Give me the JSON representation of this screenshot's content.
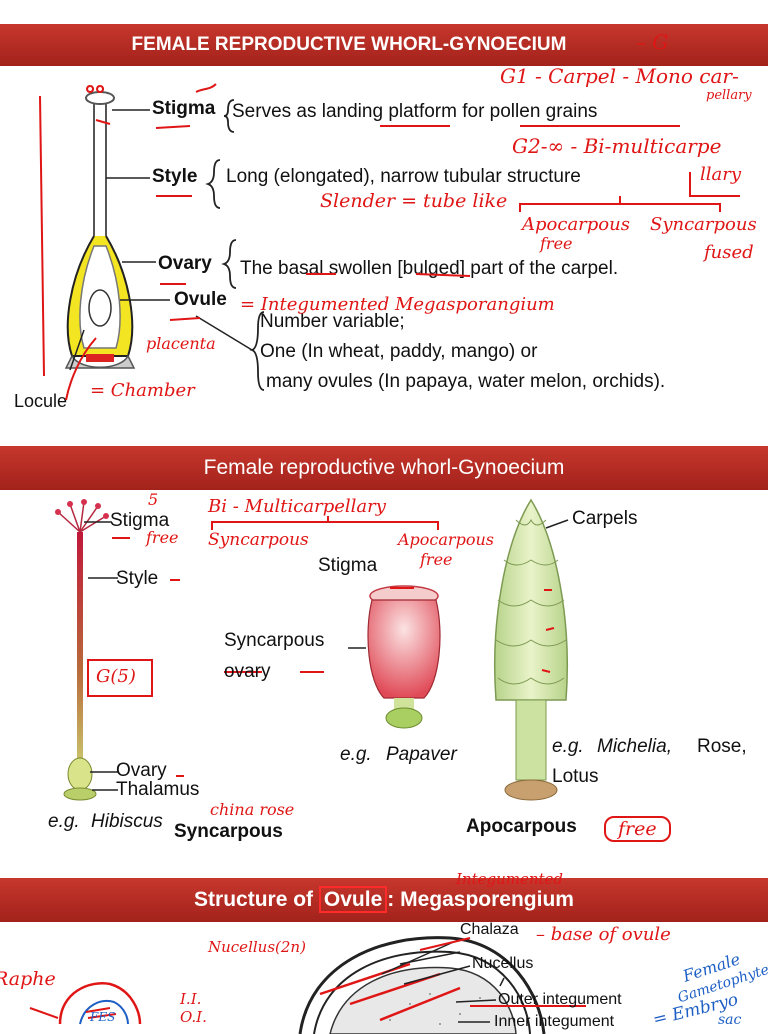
{
  "slide1": {
    "title": "FEMALE REPRODUCTIVE WHORL-GYNOECIUM",
    "stigma": {
      "label": "Stigma",
      "desc": "Serves as landing platform for pollen grains"
    },
    "style": {
      "label": "Style",
      "desc": "Long (elongated), narrow tubular structure"
    },
    "ovary": {
      "label": "Ovary",
      "desc": "The basal swollen [bulged] part of the carpel."
    },
    "ovule": {
      "label": "Ovule",
      "lines": [
        "Number variable;",
        "One (In wheat, paddy, mango) or",
        "many ovules (In papaya, water melon, orchids)."
      ]
    },
    "locule": "Locule",
    "annotations": {
      "g": "– G",
      "g1": "G1 - Carpel - Mono car-",
      "g1b": "pellary",
      "g2": "G2-∞ - Bi-multicarpe",
      "g2b": "llary",
      "slender": "Slender = tube like",
      "apocarpous": "Apocarpous",
      "free": "free",
      "syncarpous": "Syncarpous",
      "fused": "fused",
      "integ": "= Integumented Megasporangium",
      "placenta": "placenta",
      "chamber": "= Chamber"
    }
  },
  "slide2": {
    "title": "Female reproductive whorl-Gynoecium",
    "hibiscus": {
      "stigma": "Stigma",
      "style": "Style",
      "ovary": "Ovary",
      "thalamus": "Thalamus",
      "eg_prefix": "e.g.",
      "eg_name": "Hibiscus",
      "type": "Syncarpous"
    },
    "papaver": {
      "stigma": "Stigma",
      "ovary_line1": "Syncarpous",
      "ovary_line2": "ovary",
      "eg_prefix": "e.g.",
      "eg_name": "Papaver"
    },
    "michelia": {
      "carpels": "Carpels",
      "eg_prefix": "e.g.",
      "eg_name": "Michelia,",
      "eg_rest": "Rose,",
      "eg_line2": "Lotus",
      "type": "Apocarpous"
    },
    "annotations": {
      "five": "5",
      "free": "free",
      "bimulti": "Bi - Multicarpellary",
      "syncarpous": "Syncarpous",
      "apocarpous": "Apocarpous",
      "free2": "free",
      "g5": "G(5)",
      "chinarose": "china rose",
      "free_box": "free"
    }
  },
  "slide3": {
    "title_pre": "Structure of",
    "title_ovule": "Ovule",
    "title_post": ": Megasporengium",
    "labels": {
      "chalaza": "Chalaza",
      "nucellus": "Nucellus",
      "outer": "Outer integument",
      "inner": "Inner integument"
    },
    "annotations": {
      "integumented": "Integumented",
      "nucellus": "Nucellus(2n)",
      "base": "– base of ovule",
      "raphe": "Raphe",
      "ii": "I.I.",
      "oi": "O.I.",
      "fes": "FES",
      "female": "Female",
      "gametophyte": "Gametophyte",
      "embryo": "= Embryo",
      "sac": "sac"
    }
  }
}
